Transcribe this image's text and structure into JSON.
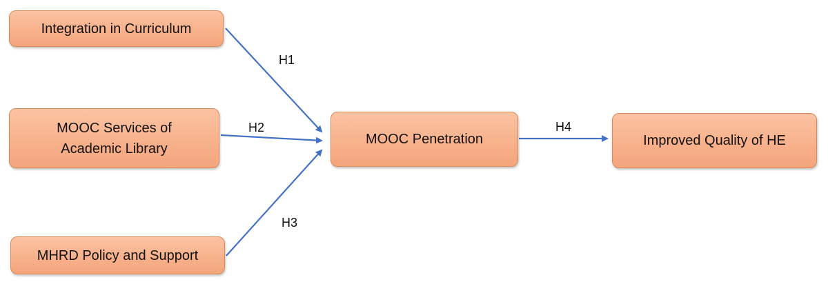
{
  "nodes": {
    "integration": "Integration in Curriculum",
    "mooc_services": "MOOC Services of Academic Library",
    "mhrd": "MHRD Policy and Support",
    "penetration": "MOOC Penetration",
    "quality": "Improved Quality of HE"
  },
  "hypotheses": {
    "h1": "H1",
    "h2": "H2",
    "h3": "H3",
    "h4": "H4"
  },
  "colors": {
    "node_fill": "#f7b08a",
    "node_border": "#d98b5a",
    "arrow": "#4472c4"
  }
}
